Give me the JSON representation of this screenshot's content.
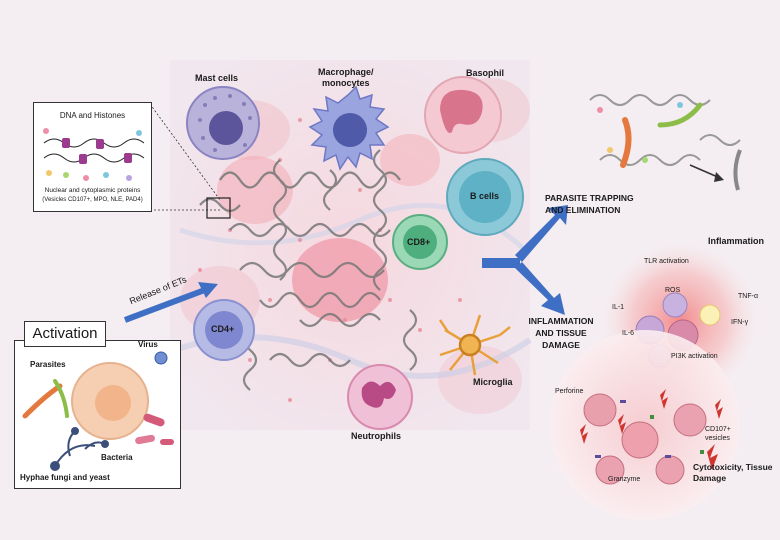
{
  "cells": {
    "mast": "Mast cells",
    "macrophage_line1": "Macrophage/",
    "macrophage_line2": "monocytes",
    "basophil": "Basophil",
    "bcells": "B cells",
    "cd8": "CD8+",
    "cd4": "CD4+",
    "neutrophils": "Neutrophils",
    "microglia": "Microglia"
  },
  "inset": {
    "dna": "DNA and Histones",
    "proteins": "Nuclear and cytoplasmic proteins",
    "proteins_detail": "(Vesicles CD107+, MPO, NLE, PAD4)"
  },
  "activation": {
    "title": "Activation",
    "parasites": "Parasites",
    "virus": "Virus",
    "bacteria": "Bacteria",
    "fungi": "Hyphae fungi and yeast"
  },
  "arrow_release": "Release of ETs",
  "outcomes": {
    "trapping_line1": "PARASITE TRAPPING",
    "trapping_line2": "AND ELIMINATION",
    "damage_line1": "INFLAMMATION",
    "damage_line2": "AND TISSUE",
    "damage_line3": "DAMAGE"
  },
  "inflammation": {
    "title": "Inflammation",
    "tlr": "TLR activation",
    "ros": "ROS",
    "tnf": "TNF-α",
    "il1": "IL-1",
    "il6": "IL-6",
    "ifn": "IFN-γ",
    "pi3k": "PI3K activation"
  },
  "cytotox": {
    "perforine": "Perforine",
    "cd107_line1": "CD107+",
    "cd107_line2": "vesicles",
    "granzyme": "Granzyme",
    "title_line1": "Cytotoxicity, Tissue",
    "title_line2": "Damage"
  },
  "colors": {
    "arrow_blue": "#3f6fc4",
    "mast": "#b9b3dc",
    "macrophage": "#9aa4de",
    "basophil": "#e7a8b8",
    "bcell": "#8cc9d8",
    "cd8": "#6fc39a",
    "cd4": "#9fa6dc",
    "neutrophil": "#e6a4c4",
    "microglia": "#e8a13a"
  }
}
